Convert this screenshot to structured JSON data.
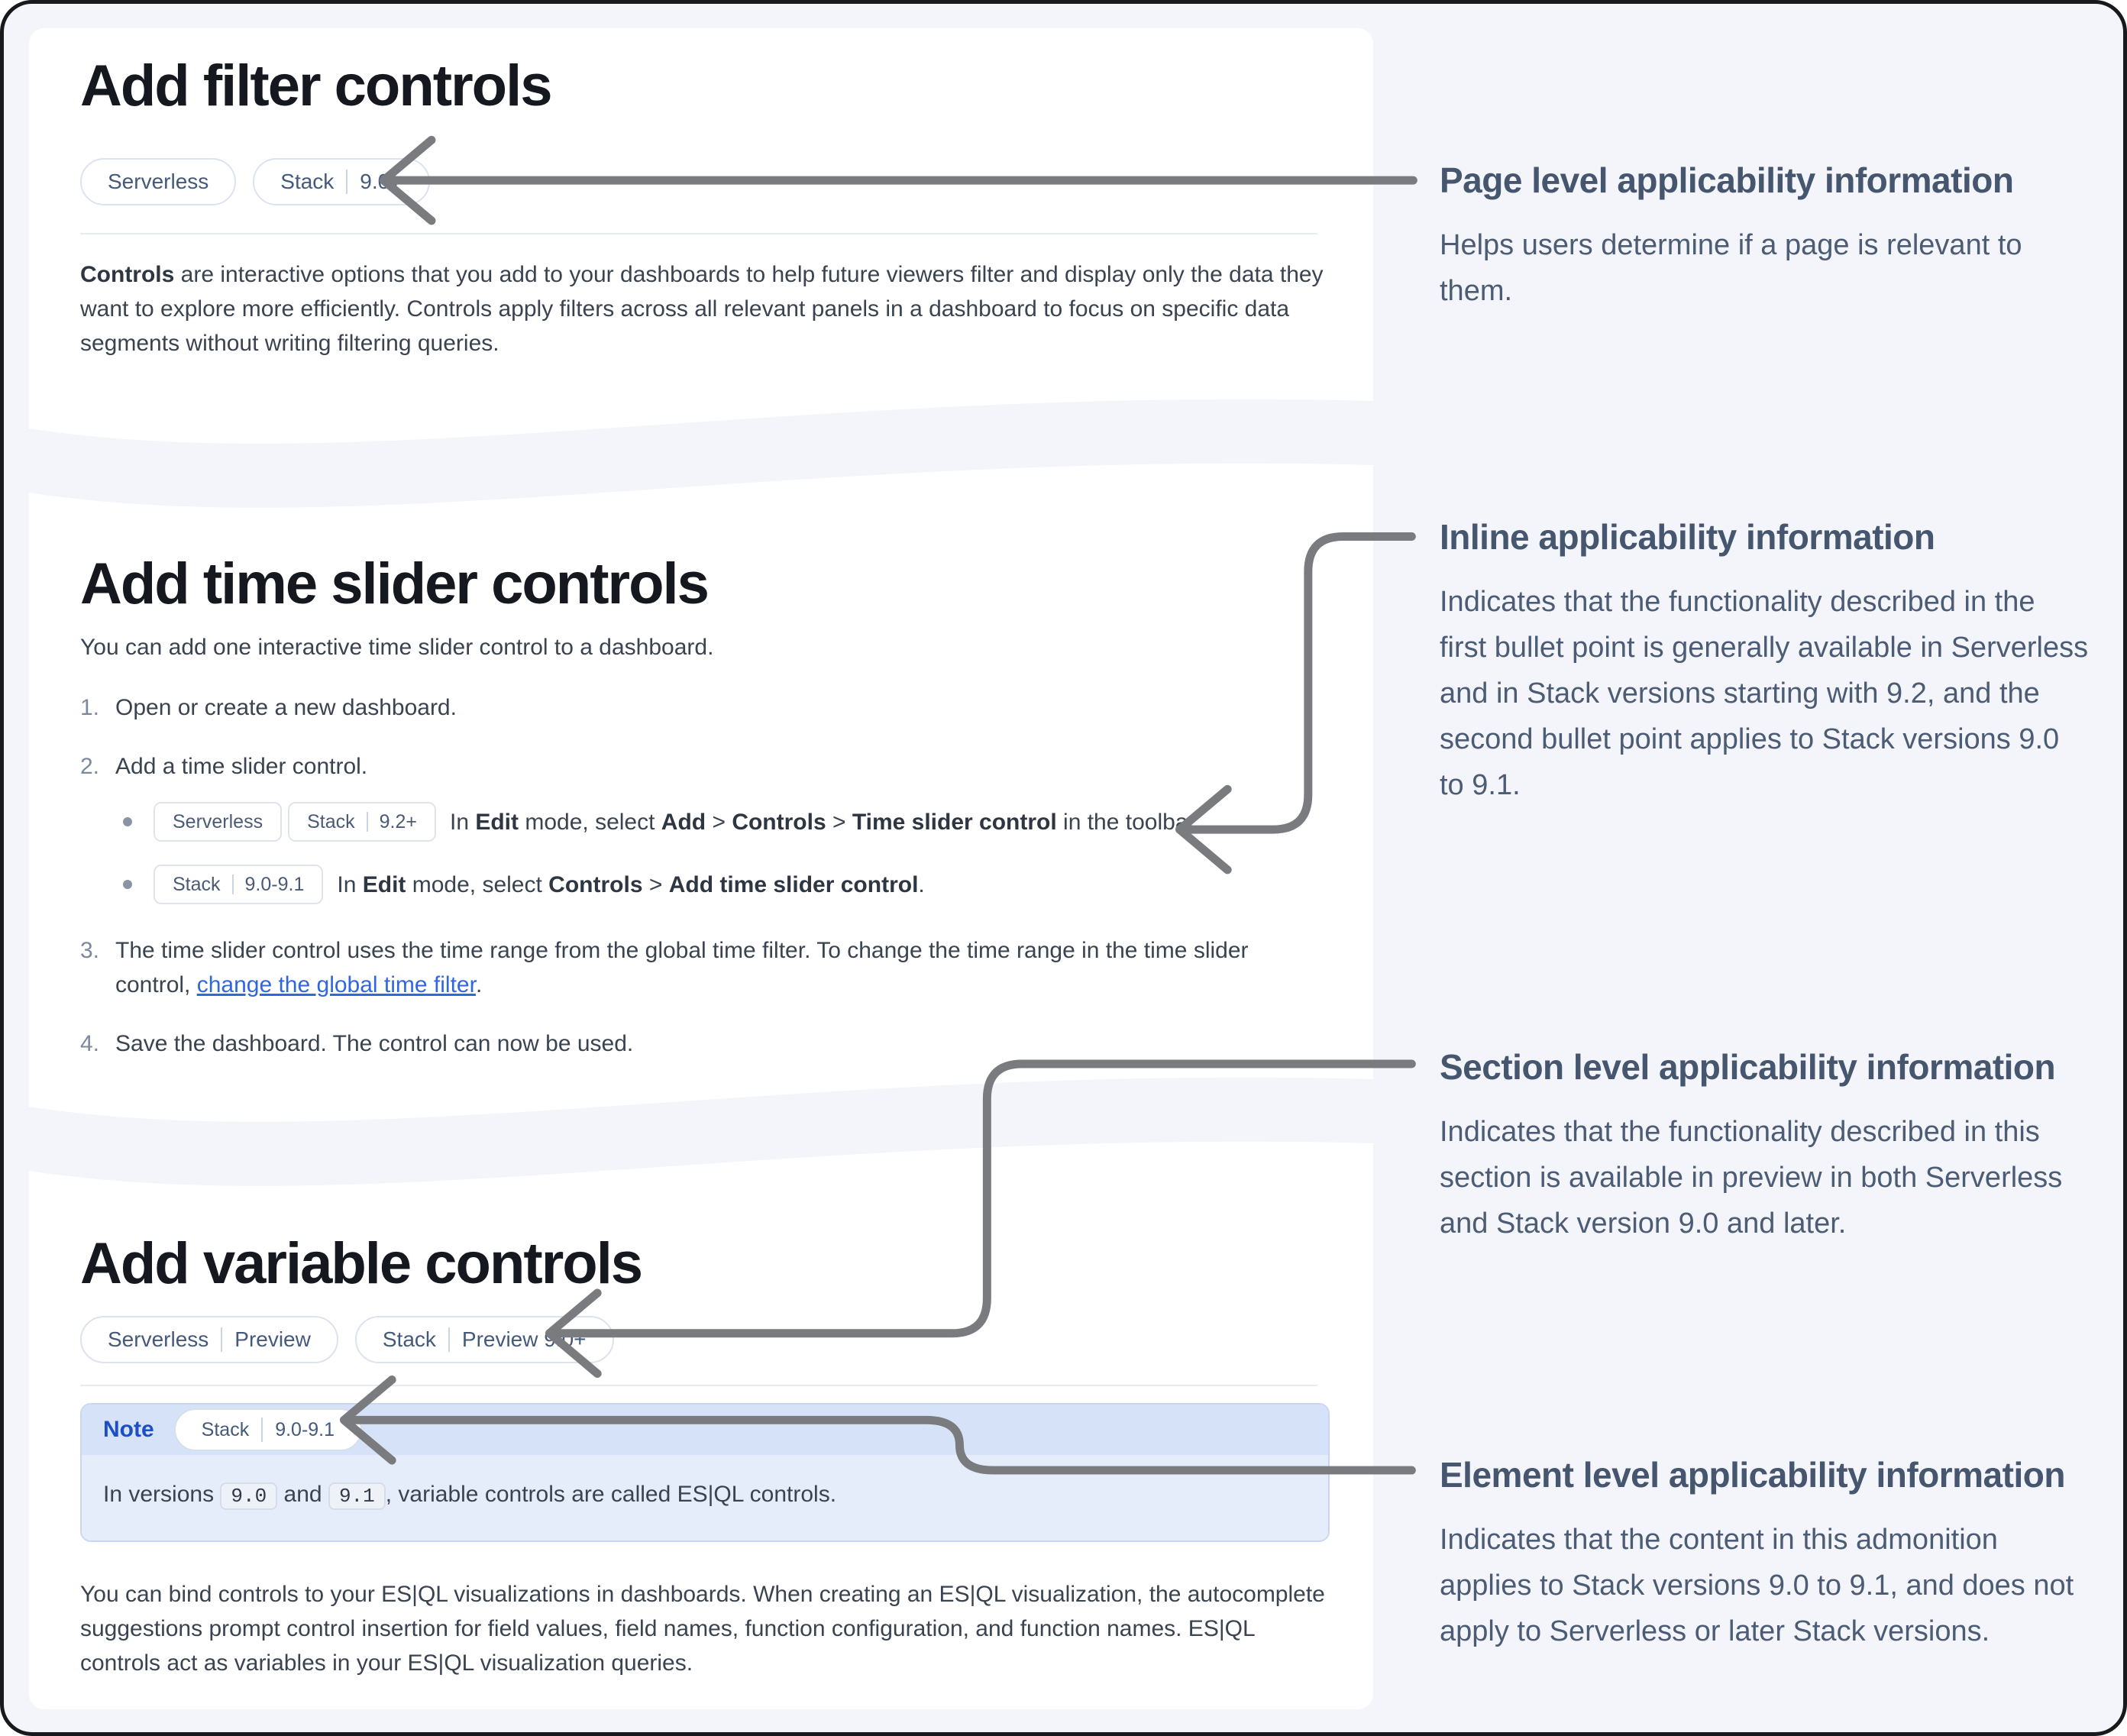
{
  "colors": {
    "page_background": "#f3f5fa",
    "card_background": "#ffffff",
    "frame_border": "#17191d",
    "note_label_blue": "#1c4ec4",
    "note_header_bg": "#d5e2f8",
    "note_body_bg": "#e5edfb",
    "link_blue": "#3166e3",
    "arrow_gray": "#7a7b7f",
    "badge_text": "#44597c",
    "annotation_text": "#4c5c74"
  },
  "cards": {
    "filter": {
      "title": "Add filter controls",
      "badges": [
        [
          "Serverless"
        ],
        [
          "Stack",
          "9.0+"
        ]
      ],
      "paragraph_runs": [
        {
          "t": "Controls",
          "b": true
        },
        {
          "t": " are interactive options that you add to your dashboards to help future viewers filter and display only the data they want to explore more efficiently. Controls apply filters across all relevant panels in a dashboard to focus on specific data segments without writing filtering queries."
        }
      ]
    },
    "time_slider": {
      "title": "Add time slider controls",
      "intro": "You can add one interactive time slider control to a dashboard.",
      "steps": [
        {
          "num": "1.",
          "text": "Open or create a new dashboard."
        },
        {
          "num": "2.",
          "text": "Add a time slider control."
        },
        {
          "num": "3."
        },
        {
          "num": "4.",
          "text": "Save the dashboard. The control can now be used."
        }
      ],
      "step2_bullets": [
        {
          "badges": [
            [
              "Serverless"
            ],
            [
              "Stack",
              "9.2+"
            ]
          ],
          "runs": [
            {
              "t": "In "
            },
            {
              "t": "Edit",
              "b": true
            },
            {
              "t": " mode, select "
            },
            {
              "t": "Add",
              "b": true
            },
            {
              "t": " > "
            },
            {
              "t": "Controls",
              "b": true
            },
            {
              "t": " > "
            },
            {
              "t": "Time slider control",
              "b": true
            },
            {
              "t": " in the toolbar."
            }
          ]
        },
        {
          "badges": [
            [
              "Stack",
              "9.0-9.1"
            ]
          ],
          "runs": [
            {
              "t": "In "
            },
            {
              "t": "Edit",
              "b": true
            },
            {
              "t": " mode, select "
            },
            {
              "t": "Controls",
              "b": true
            },
            {
              "t": " > "
            },
            {
              "t": "Add time slider control",
              "b": true
            },
            {
              "t": "."
            }
          ]
        }
      ],
      "step3_runs": [
        {
          "t": "The time slider control uses the time range from the global time filter. To change the time range in the time slider control, "
        },
        {
          "t": "change the global time filter",
          "link": true
        },
        {
          "t": "."
        }
      ]
    },
    "variable": {
      "title": "Add variable controls",
      "badges": [
        [
          "Serverless",
          "Preview"
        ],
        [
          "Stack",
          "Preview 9.0+"
        ]
      ],
      "note": {
        "label": "Note",
        "badge": [
          "Stack",
          "9.0-9.1"
        ],
        "body_runs": [
          {
            "t": "In versions "
          },
          {
            "t": "9.0",
            "code": true
          },
          {
            "t": " and "
          },
          {
            "t": "9.1",
            "code": true
          },
          {
            "t": ", variable controls are called ES|QL controls."
          }
        ]
      },
      "paragraph": "You can bind controls to your ES|QL visualizations in dashboards. When creating an ES|QL visualization, the autocomplete suggestions prompt control insertion for field values, field names, function configuration, and function names. ES|QL controls act as variables in your ES|QL visualization queries."
    }
  },
  "annotations": [
    {
      "heading": "Page level applicability information",
      "body": "Helps users determine if a page is relevant to them."
    },
    {
      "heading": "Inline applicability information",
      "body": "Indicates that the functionality described in the first bullet point is generally available in Serverless and in Stack versions starting with 9.2, and the second bullet point applies to Stack versions 9.0 to 9.1."
    },
    {
      "heading": "Section level applicability information",
      "body": "Indicates that the functionality described in this section is available in preview in both Serverless and Stack version 9.0 and later."
    },
    {
      "heading": "Element level applicability information",
      "body": "Indicates that the content in this admonition applies to Stack versions 9.0 to 9.1, and does not apply to Serverless or later Stack versions."
    }
  ]
}
